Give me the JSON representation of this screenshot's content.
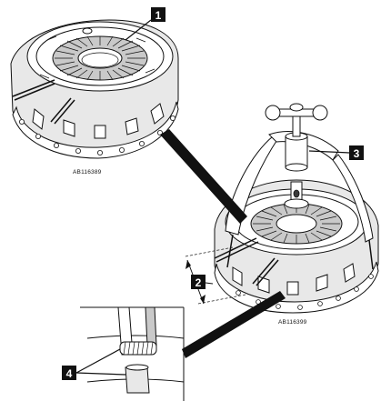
{
  "callouts": [
    {
      "id": "callout-1",
      "label": "1"
    },
    {
      "id": "callout-2",
      "label": "2"
    },
    {
      "id": "callout-3",
      "label": "3"
    },
    {
      "id": "callout-4",
      "label": "4"
    }
  ],
  "figure_codes": {
    "left": "AB116389",
    "right": "AB116399"
  },
  "colors": {
    "line": "#111111",
    "shade": "#c9c9c9",
    "leader": "#111111"
  }
}
